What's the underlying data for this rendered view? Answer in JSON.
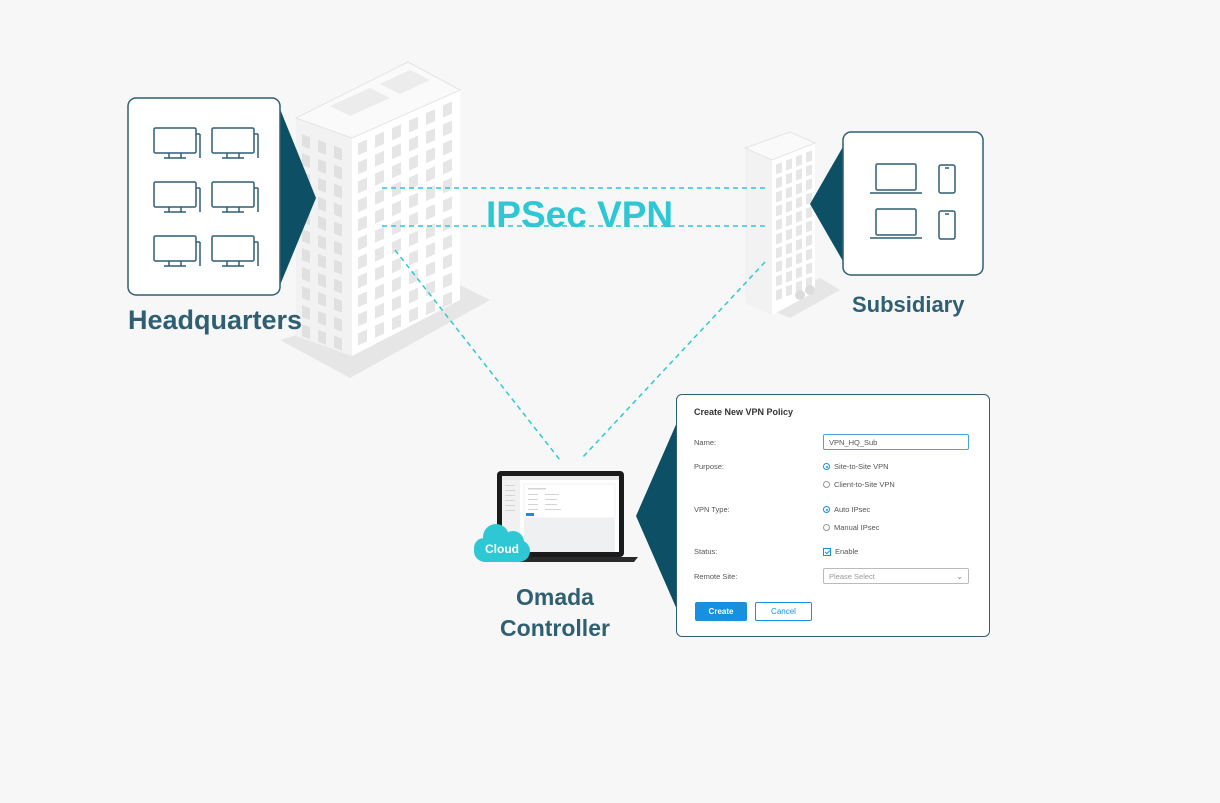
{
  "tunnel_label": "IPSec VPN",
  "sites": {
    "headquarters": "Headquarters",
    "subsidiary": "Subsidiary",
    "controller": [
      "Omada",
      "Controller"
    ],
    "cloud": "Cloud"
  },
  "icons": {
    "hq_devices": "desktop-monitor-icon",
    "sub_devices": [
      "laptop-icon",
      "smartphone-icon"
    ]
  },
  "colors": {
    "accent": "#2ec8d5",
    "label": "#2f5f73",
    "pointer": "#0d5066",
    "primary_button": "#1790e0"
  },
  "policy_form": {
    "title": "Create New VPN Policy",
    "name_label": "Name:",
    "name_value": "VPN_HQ_Sub",
    "purpose_label": "Purpose:",
    "purpose_options": [
      "Site-to-Site VPN",
      "Client-to-Site VPN"
    ],
    "purpose_selected": "Site-to-Site VPN",
    "vpn_type_label": "VPN Type:",
    "vpn_type_options": [
      "Auto IPsec",
      "Manual IPsec"
    ],
    "vpn_type_selected": "Auto IPsec",
    "status_label": "Status:",
    "status_option": "Enable",
    "status_enabled": true,
    "remote_site_label": "Remote Site:",
    "remote_site_placeholder": "Please Select",
    "create_label": "Create",
    "cancel_label": "Cancel"
  }
}
